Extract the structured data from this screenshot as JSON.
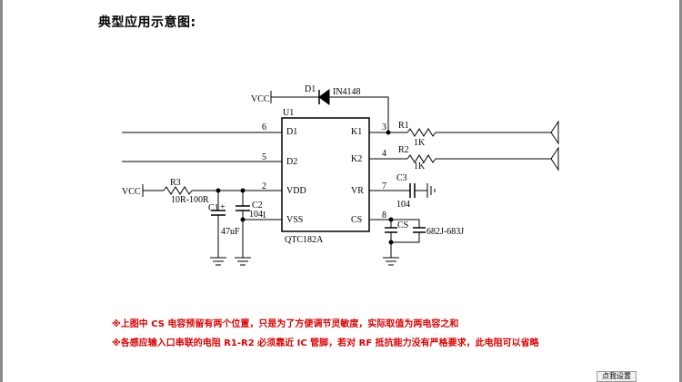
{
  "heading": "典型应用示意图:",
  "schematic": {
    "ic_ref": "U1",
    "ic_part": "QTC182A",
    "pins": [
      {
        "number": "6",
        "name": "D1"
      },
      {
        "number": "5",
        "name": "D2"
      },
      {
        "number": "2",
        "name": "VDD"
      },
      {
        "number": "1",
        "name": "VSS"
      },
      {
        "number": "3",
        "name": "K1"
      },
      {
        "number": "4",
        "name": "K2"
      },
      {
        "number": "7",
        "name": "VR"
      },
      {
        "number": "8",
        "name": "CS"
      }
    ],
    "diode_ref": "D1",
    "diode_part": "IN4148",
    "vcc_top": "VCC",
    "vcc_left": "VCC",
    "r1_ref": "R1",
    "r1_value": "1K",
    "r2_ref": "R2",
    "r2_value": "1K",
    "r3_ref": "R3",
    "r3_value": "10R-100R",
    "c1_ref": "C1",
    "c1_polarity": "+",
    "c1_value": "47uF",
    "c2_ref": "C2",
    "c2_value": "104",
    "c3_ref": "C3",
    "c3_value": "104",
    "cs_ref": "CS",
    "cs_value": "682J-683J"
  },
  "notes": [
    "※上图中 CS 电容预留有两个位置，只是为了方便调节灵敏度，实际取值为两电容之和",
    "※各感应输入口串联的电阻 R1-R2 必须靠近 IC 管脚，若对 RF 抵抗能力没有严格要求，此电阻可以省略"
  ],
  "settings_button": "点我设置",
  "colors": {
    "note_text": "#e00000",
    "wire": "#000000"
  }
}
